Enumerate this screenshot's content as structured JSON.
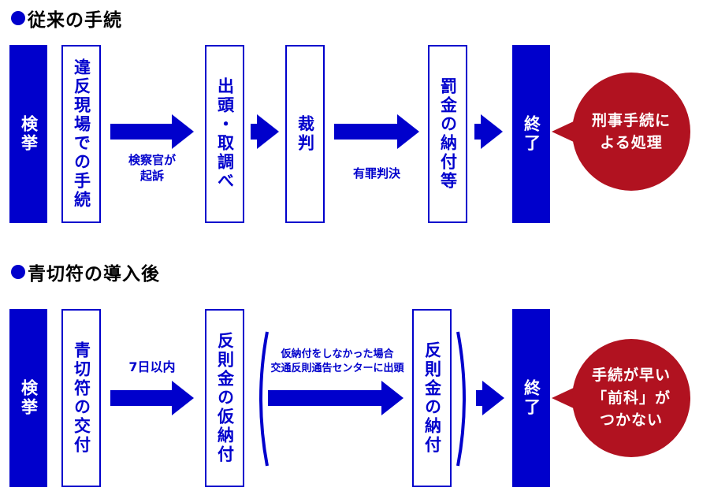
{
  "palette": {
    "blue": "#0000CC",
    "red": "#B11220"
  },
  "flow1": {
    "title": "従来の手続",
    "boxes": [
      "検挙",
      "違反現場での手続",
      "出頭・取調べ",
      "裁判",
      "罰金の納付等",
      "終了"
    ],
    "arrow1_label_line1": "検察官が",
    "arrow1_label_line2": "起訴",
    "arrow2_label": "有罪判決",
    "bubble_line1": "刑事手続に",
    "bubble_line2": "よる処理"
  },
  "flow2": {
    "title": "青切符の導入後",
    "boxes": [
      "検挙",
      "青切符の交付",
      "反則金の仮納付",
      "反則金の納付",
      "終了"
    ],
    "arrow1_label": "7日以内",
    "arrow2_label_line1": "仮納付をしなかった場合",
    "arrow2_label_line2": "交通反則通告センターに出頭",
    "bubble_line1": "手続が早い",
    "bubble_line2": "「前科」が",
    "bubble_line3": "つかない"
  }
}
